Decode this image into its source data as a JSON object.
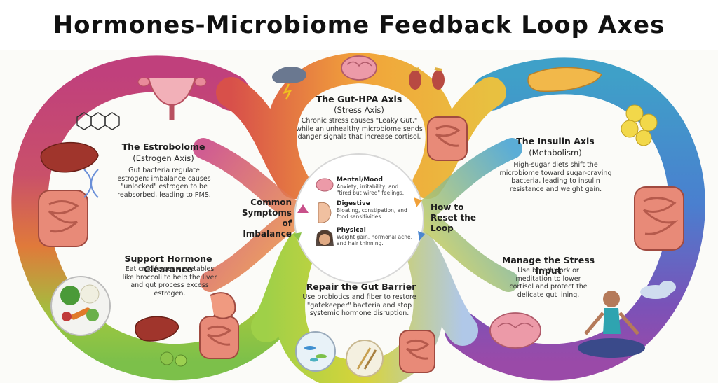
{
  "title": "Hormones-Microbiome Feedback Loop Axes",
  "estrobolome": {
    "title": "The Estrobolome",
    "subtitle": "(Estrogen Axis)",
    "body": "Gut bacteria regulate estrogen; imbalance causes \"unlocked\" estrogen to be reabsorbed, leading to PMS."
  },
  "gut_hpa": {
    "title": "The Gut-HPA Axis",
    "subtitle": "(Stress Axis)",
    "body": "Chronic stress causes \"Leaky Gut,\" while an unhealthy microbiome sends danger signals that increase cortisol."
  },
  "insulin": {
    "title": "The Insulin Axis",
    "subtitle": "(Metabolism)",
    "body": "High-sugar diets shift the microbiome toward sugar-craving bacteria, leading to insulin resistance and weight gain."
  },
  "hormone_clearance": {
    "title": "Support Hormone Clearance",
    "body": "Eat cruciferous vegetables like broccoli to help the liver and gut process excess estrogen."
  },
  "gut_barrier": {
    "title": "Repair the Gut Barrier",
    "body": "Use probiotics and fiber to restore \"gatekeeper\" bacteria and stop systemic hormone disruption."
  },
  "stress_input": {
    "title": "Manage the Stress Input",
    "body": "Use breathwork or meditation to lower cortisol and protect the delicate gut lining."
  },
  "common_symptoms": "Common Symptoms of Imbalance",
  "reset_loop": "How to Reset the Loop",
  "symptoms": [
    {
      "title": "Mental/Mood",
      "body": "Anxiety, irritability, and \"tired but wired\" feelings.",
      "icon": "brain-icon"
    },
    {
      "title": "Digestive",
      "body": "Bloating, constipation, and food sensitivities.",
      "icon": "bloated-belly-icon"
    },
    {
      "title": "Physical",
      "body": "Weight gain, hormonal acne, and hair thinning.",
      "icon": "face-icon"
    }
  ],
  "colors": {
    "magenta": "#b8407e",
    "orange": "#f0a038",
    "blue": "#3f8fd0",
    "purple": "#7a52b8",
    "green": "#7cc04a",
    "yellow": "#d8d43a"
  }
}
